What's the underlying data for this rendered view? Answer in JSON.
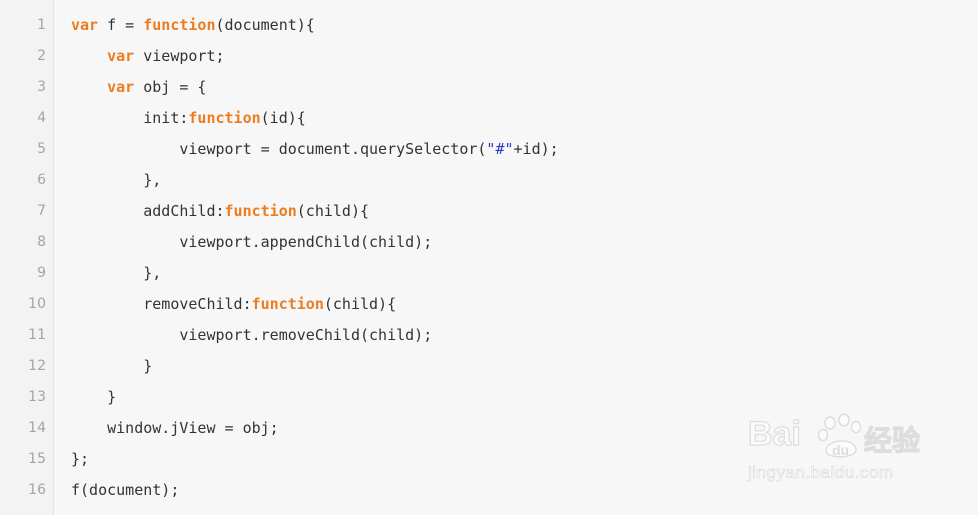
{
  "editor": {
    "lines": [
      {
        "number": "1",
        "tokens": [
          {
            "t": "var",
            "c": "kw"
          },
          {
            "t": " f = ",
            "c": ""
          },
          {
            "t": "function",
            "c": "kw"
          },
          {
            "t": "(document){",
            "c": ""
          }
        ]
      },
      {
        "number": "2",
        "tokens": [
          {
            "t": "    ",
            "c": ""
          },
          {
            "t": "var",
            "c": "kw"
          },
          {
            "t": " viewport;",
            "c": ""
          }
        ]
      },
      {
        "number": "3",
        "tokens": [
          {
            "t": "    ",
            "c": ""
          },
          {
            "t": "var",
            "c": "kw"
          },
          {
            "t": " obj = {",
            "c": ""
          }
        ]
      },
      {
        "number": "4",
        "tokens": [
          {
            "t": "        init:",
            "c": ""
          },
          {
            "t": "function",
            "c": "kw"
          },
          {
            "t": "(id){",
            "c": ""
          }
        ]
      },
      {
        "number": "5",
        "tokens": [
          {
            "t": "            viewport = document.querySelector(",
            "c": ""
          },
          {
            "t": "\"#\"",
            "c": "str"
          },
          {
            "t": "+id);",
            "c": ""
          }
        ]
      },
      {
        "number": "6",
        "tokens": [
          {
            "t": "        },",
            "c": ""
          }
        ]
      },
      {
        "number": "7",
        "tokens": [
          {
            "t": "        addChild:",
            "c": ""
          },
          {
            "t": "function",
            "c": "kw"
          },
          {
            "t": "(child){",
            "c": ""
          }
        ]
      },
      {
        "number": "8",
        "tokens": [
          {
            "t": "            viewport.appendChild(child);",
            "c": ""
          }
        ]
      },
      {
        "number": "9",
        "tokens": [
          {
            "t": "        },",
            "c": ""
          }
        ]
      },
      {
        "number": "10",
        "tokens": [
          {
            "t": "        removeChild:",
            "c": ""
          },
          {
            "t": "function",
            "c": "kw"
          },
          {
            "t": "(child){",
            "c": ""
          }
        ]
      },
      {
        "number": "11",
        "tokens": [
          {
            "t": "            viewport.removeChild(child);",
            "c": ""
          }
        ]
      },
      {
        "number": "12",
        "tokens": [
          {
            "t": "        }",
            "c": ""
          }
        ]
      },
      {
        "number": "13",
        "tokens": [
          {
            "t": "    }",
            "c": ""
          }
        ]
      },
      {
        "number": "14",
        "tokens": [
          {
            "t": "    window.jView = obj;",
            "c": ""
          }
        ]
      },
      {
        "number": "15",
        "tokens": [
          {
            "t": "};",
            "c": ""
          }
        ]
      },
      {
        "number": "16",
        "tokens": [
          {
            "t": "f(document);",
            "c": ""
          }
        ]
      }
    ]
  },
  "watermark": {
    "logo_text": "Bai",
    "paw_text": "du",
    "suffix": "经验",
    "url": "jingyan.baidu.com"
  },
  "colors": {
    "keyword": "#ee7c1e",
    "string": "#2a3cc7",
    "text": "#333333",
    "line_number": "#a4a4a4",
    "background": "#f7f7f7"
  }
}
